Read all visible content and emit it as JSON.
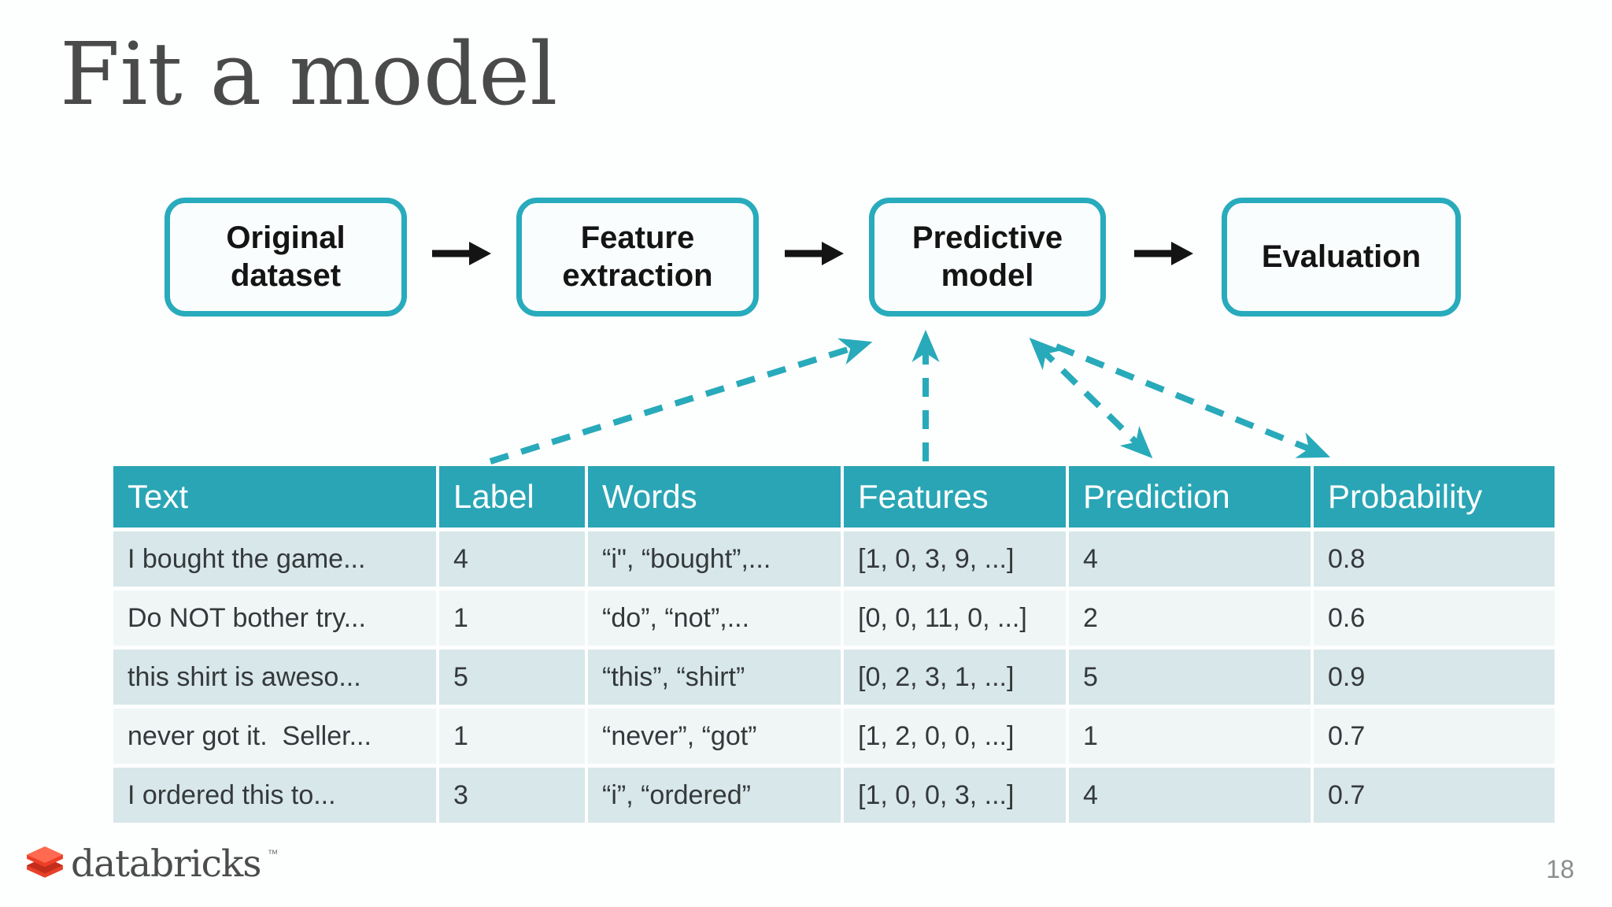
{
  "slide": {
    "title": "Fit a model",
    "page_number": "18"
  },
  "pipeline": {
    "boxes": [
      {
        "label": "Original\ndataset"
      },
      {
        "label": "Feature\nextraction"
      },
      {
        "label": "Predictive\nmodel"
      },
      {
        "label": "Evaluation"
      }
    ]
  },
  "table": {
    "headers": [
      "Text",
      "Label",
      "Words",
      "Features",
      "Prediction",
      "Probability"
    ],
    "rows": [
      [
        "I bought the game...",
        "4",
        "“i\", “bought”,...",
        "[1, 0, 3, 9, ...]",
        "4",
        "0.8"
      ],
      [
        "Do NOT bother try...",
        "1",
        "“do”, “not”,...",
        "[0, 0, 11, 0, ...]",
        "2",
        "0.6"
      ],
      [
        "this shirt is aweso...",
        "5",
        "“this”, “shirt”",
        "[0, 2, 3, 1, ...]",
        "5",
        "0.9"
      ],
      [
        "never got it.  Seller...",
        "1",
        "“never”, “got”",
        "[1, 2, 0, 0, ...]",
        "1",
        "0.7"
      ],
      [
        "I ordered this to...",
        "3",
        "“i”, “ordered”",
        "[1, 0, 0, 3, ...]",
        "4",
        "0.7"
      ]
    ]
  },
  "footer": {
    "brand": "databricks",
    "trademark": "™"
  },
  "colors": {
    "accent_teal_border": "#28ABBC",
    "accent_teal_header": "#2AA5B5",
    "row_odd": "#D8E7E9",
    "row_even": "#F0F6F6",
    "title_gray": "#4A4A4A",
    "flow_arrow_black": "#141414",
    "logo_red": "#EE3E28",
    "logo_red_light": "#FF6A50",
    "logo_red_dark": "#C22D1C"
  }
}
